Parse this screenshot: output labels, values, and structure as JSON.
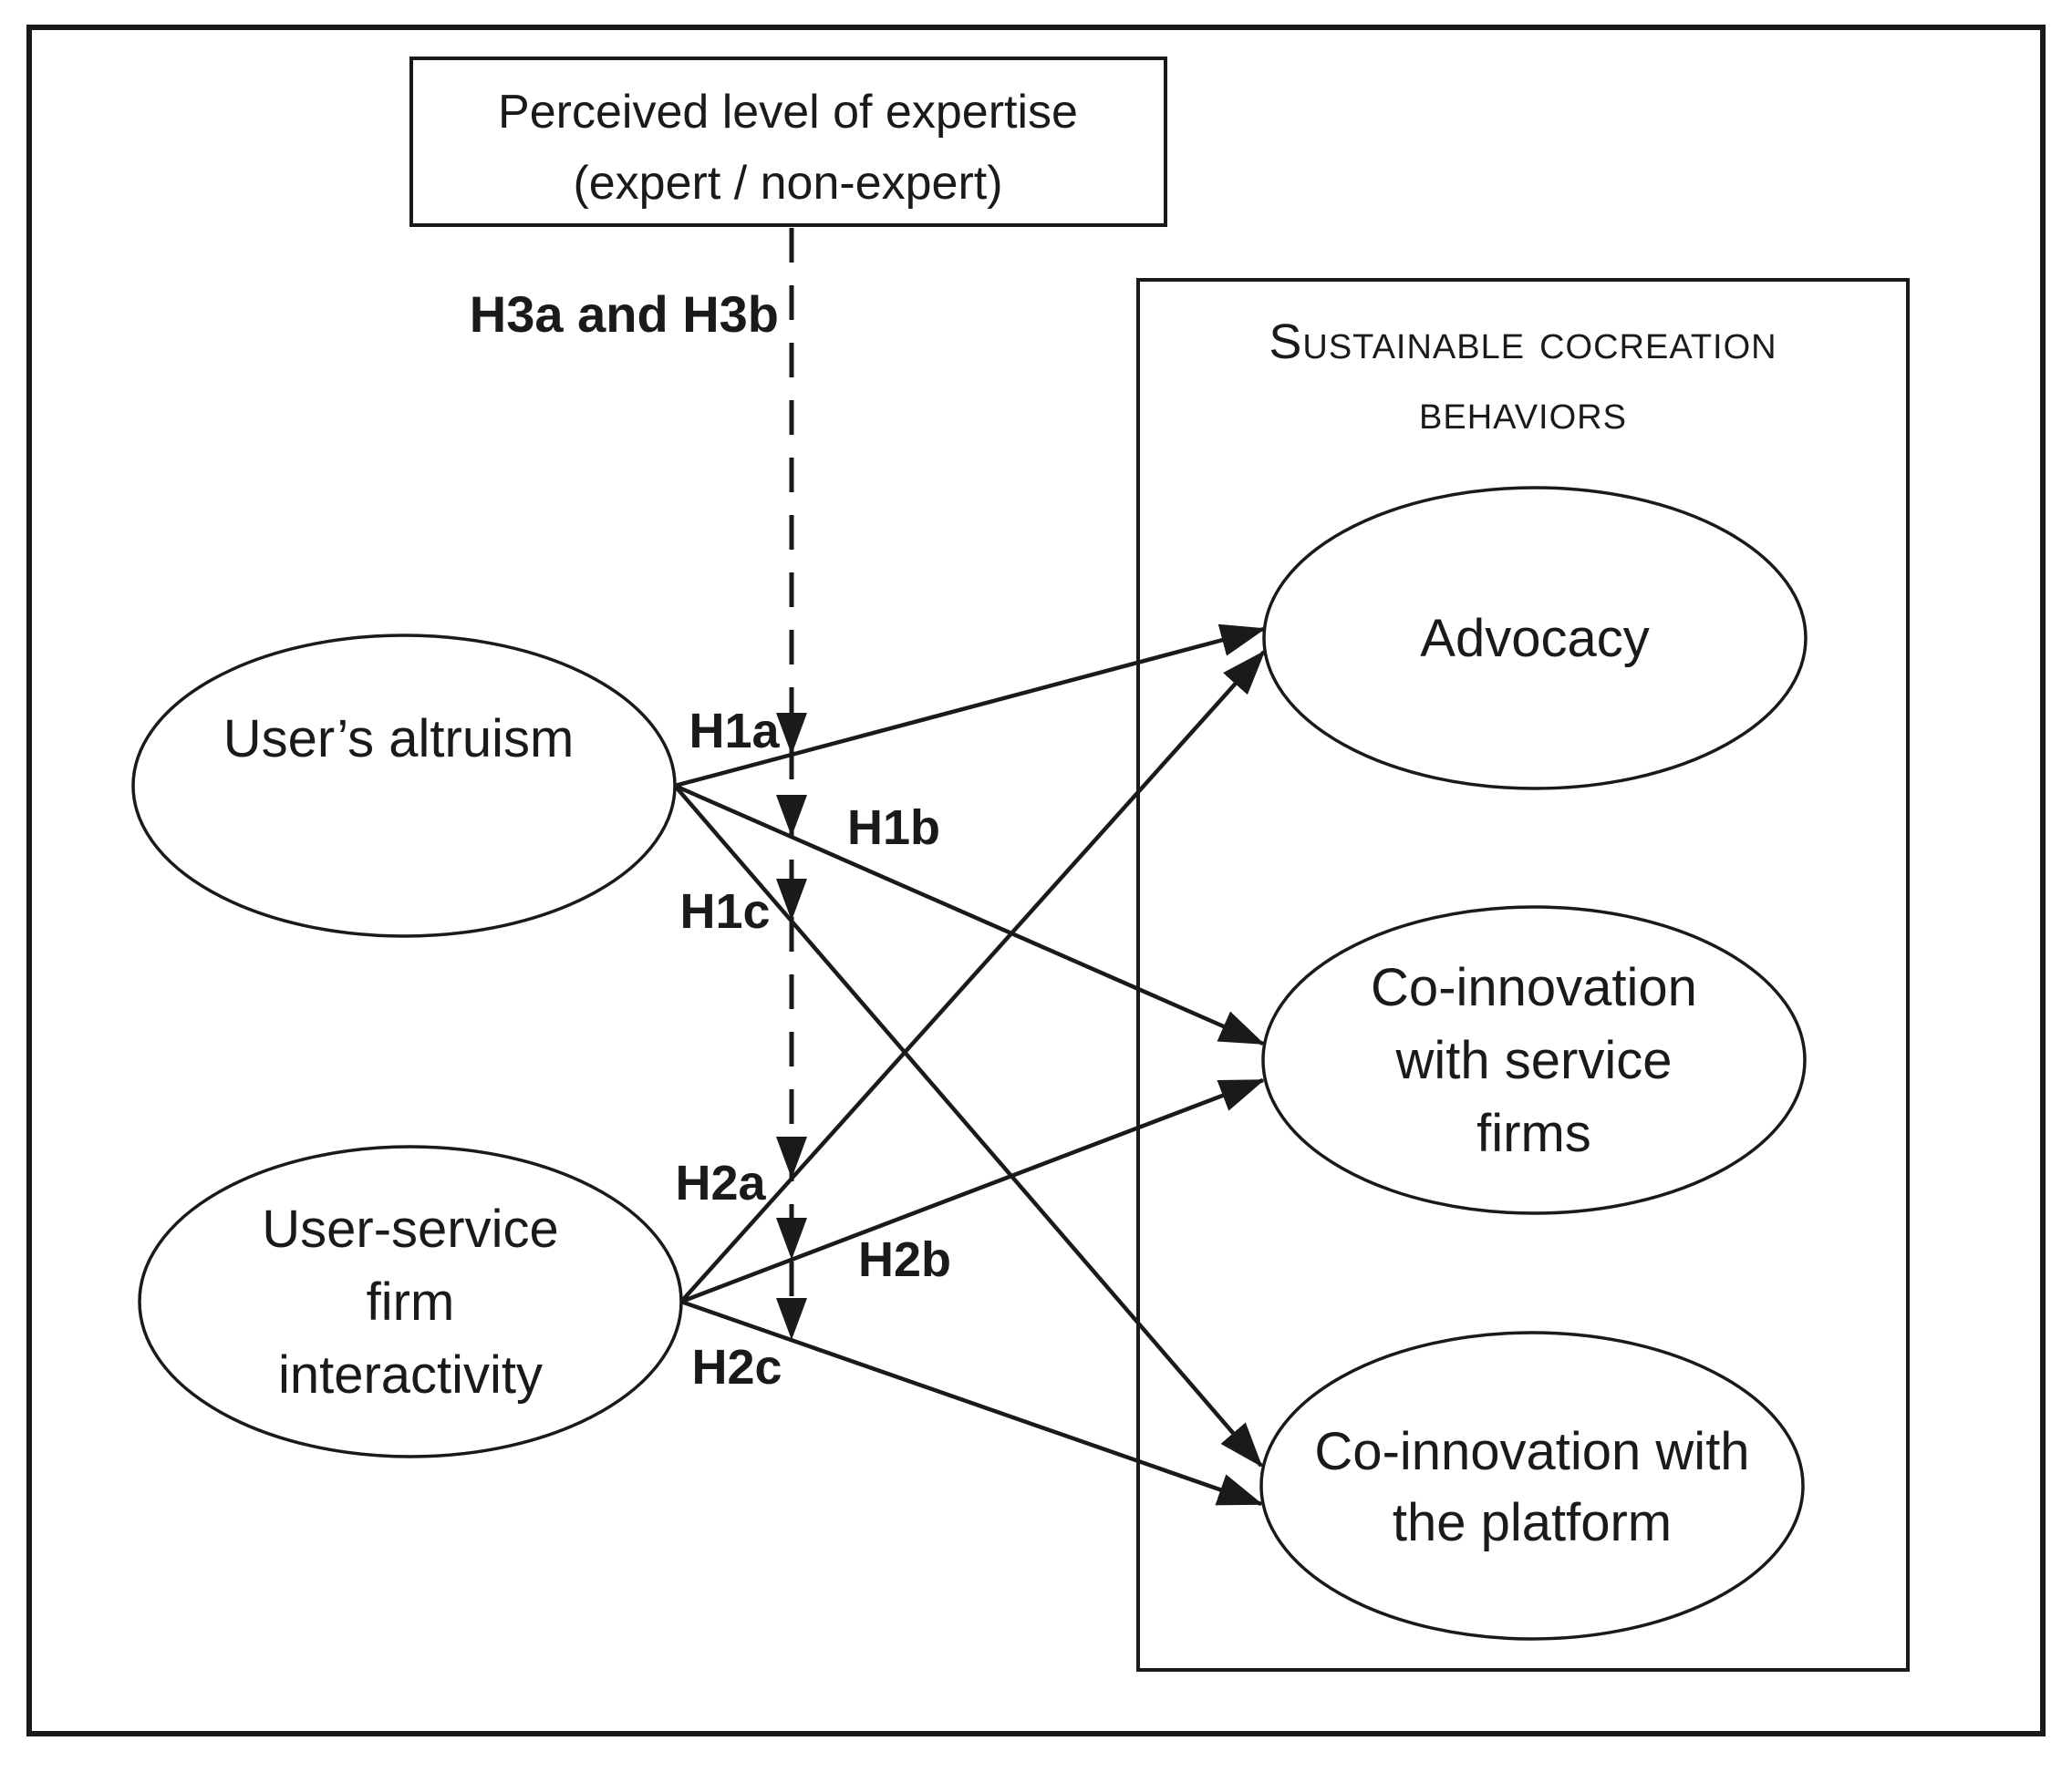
{
  "colors": {
    "ink": "#1a1a1a",
    "paper": "#ffffff"
  },
  "moderator_box": {
    "line1": "Perceived level of expertise",
    "line2": "(expert / non-expert)"
  },
  "moderation_label": "H3a and H3b",
  "outcome_group": {
    "title_line1": "Sustainable cocreation",
    "title_line2": "behaviors"
  },
  "predictors": {
    "altruism": {
      "label": "User’s altruism"
    },
    "interactivity": {
      "line1": "User-service",
      "line2": "firm",
      "line3": "interactivity"
    }
  },
  "outcomes": {
    "advocacy": {
      "label": "Advocacy"
    },
    "coinnovation_service_firms": {
      "line1": "Co-innovation",
      "line2": "with service",
      "line3": "firms"
    },
    "coinnovation_platform": {
      "line1": "Co-innovation with",
      "line2": "the platform"
    }
  },
  "hypotheses": {
    "h1a": "H1a",
    "h1b": "H1b",
    "h1c": "H1c",
    "h2a": "H2a",
    "h2b": "H2b",
    "h2c": "H2c"
  }
}
